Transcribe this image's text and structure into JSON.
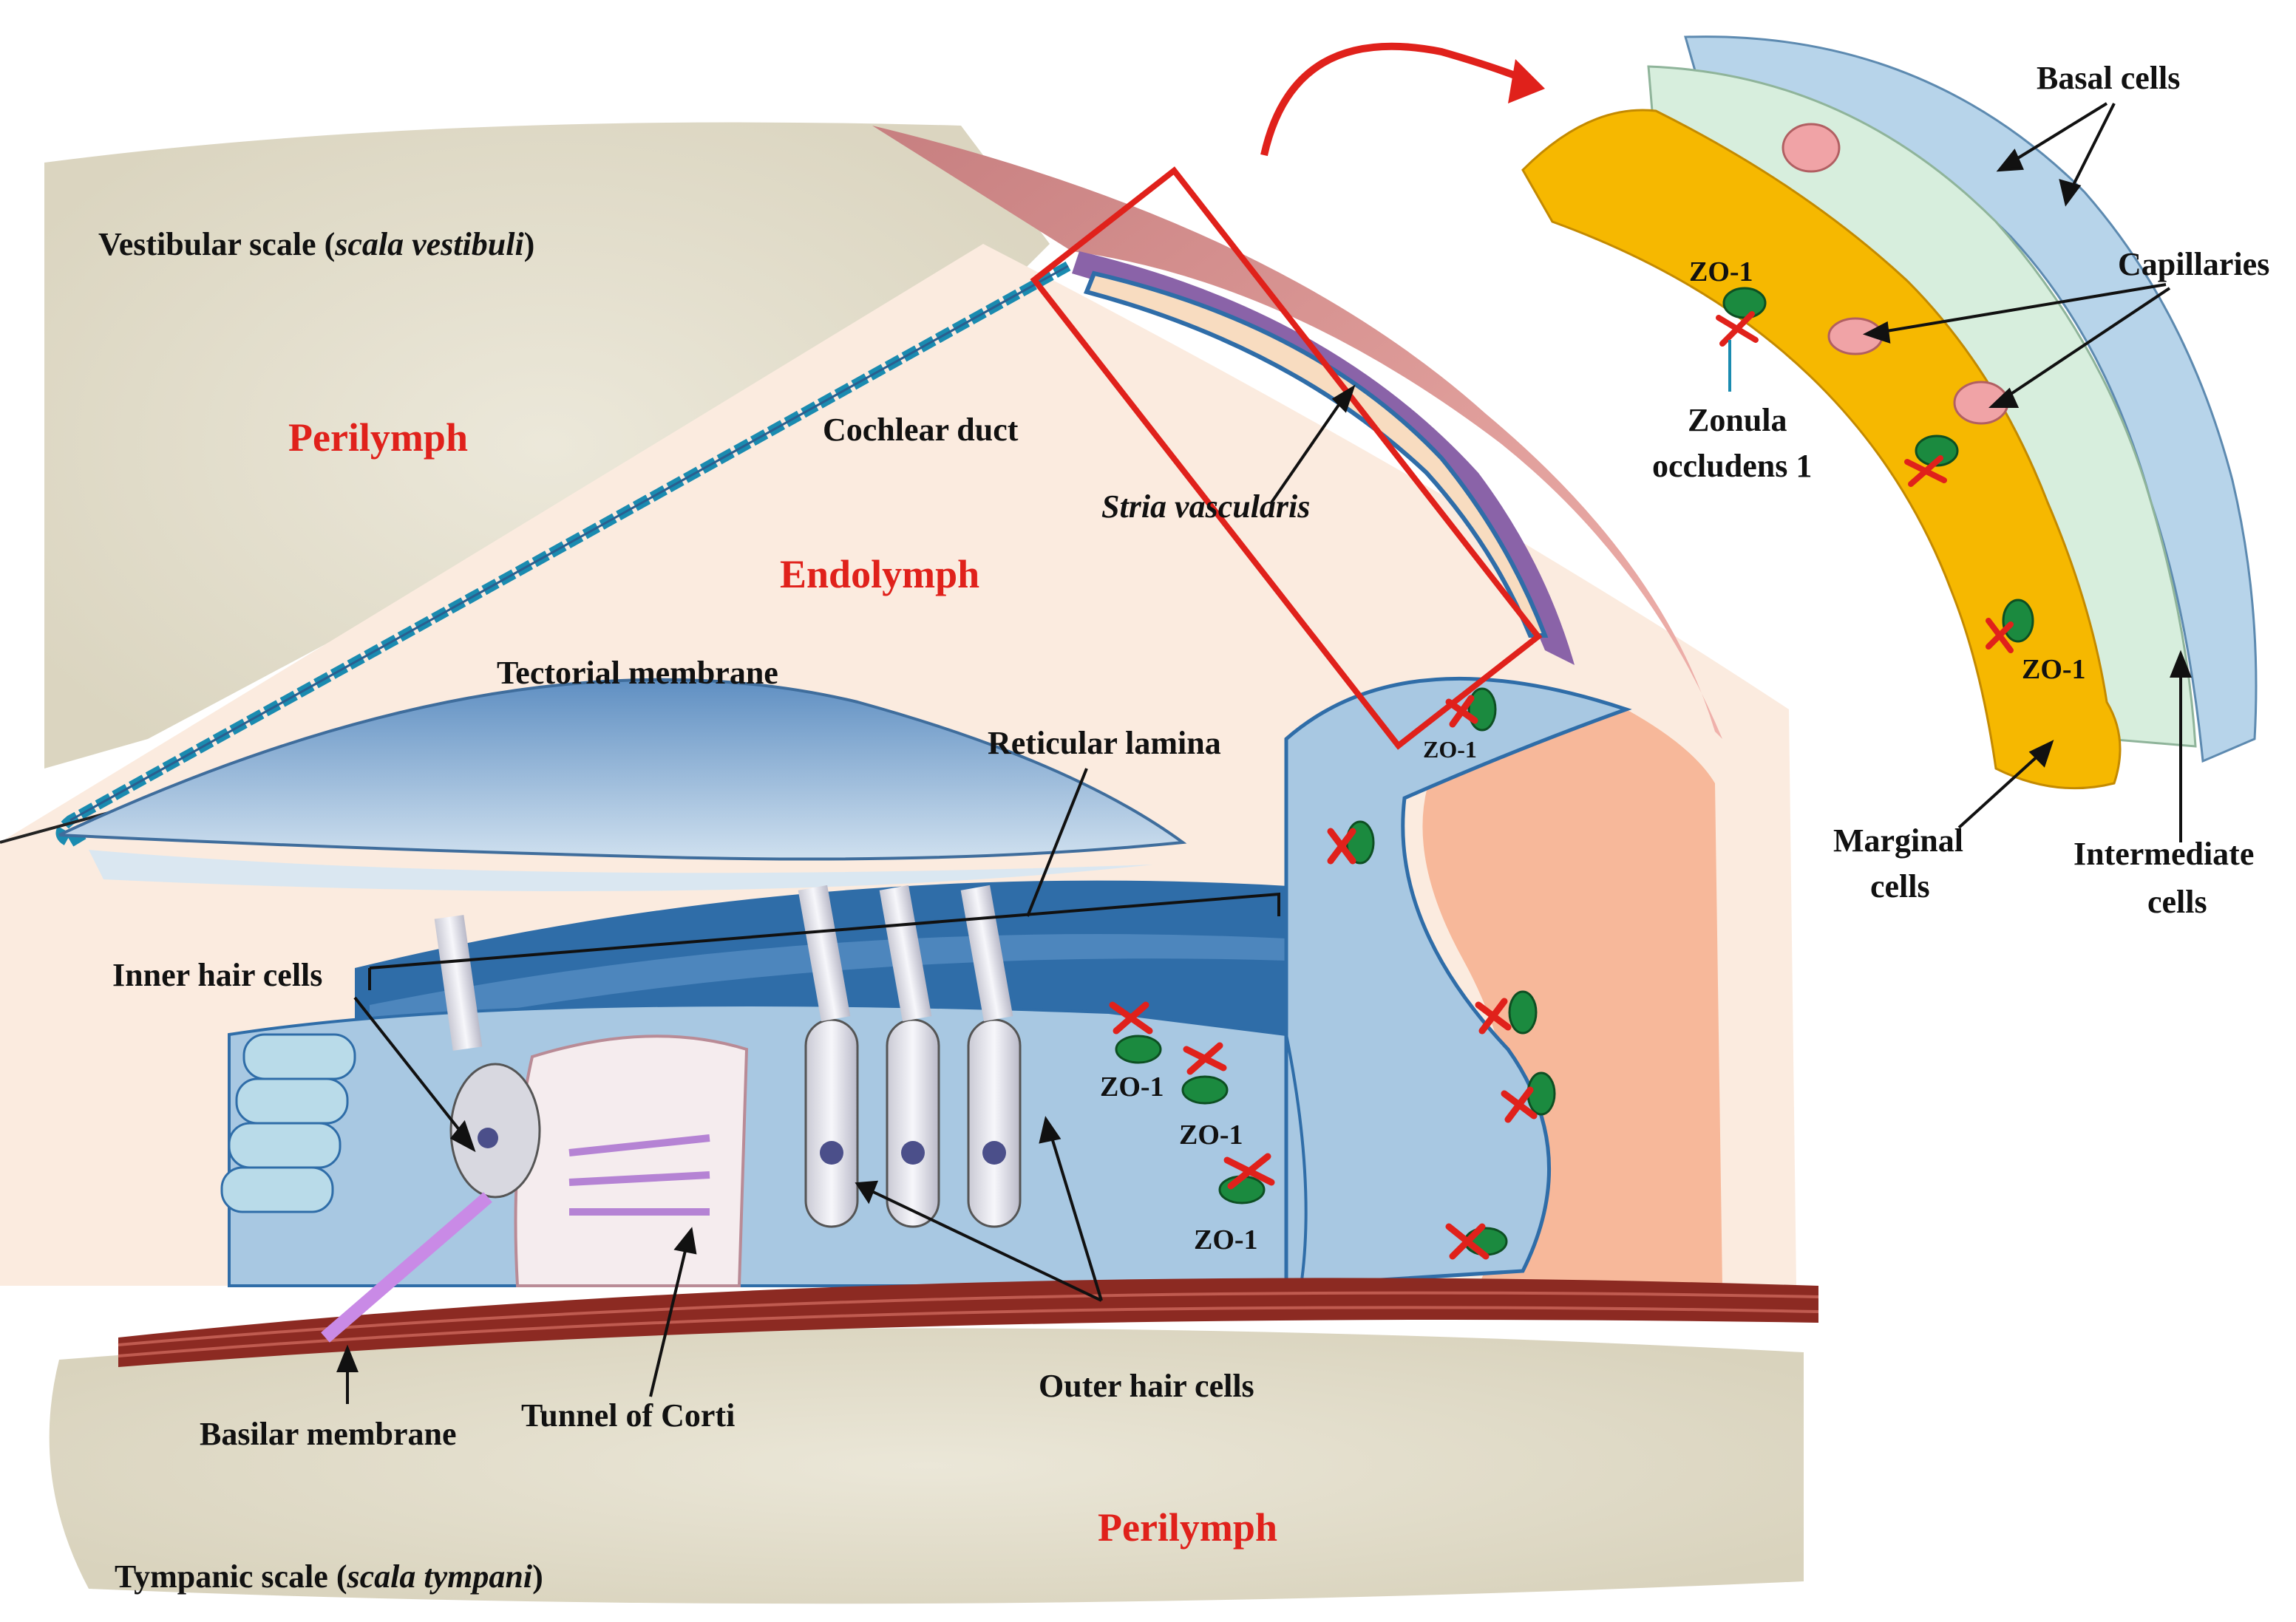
{
  "labels": {
    "vestibular_scale_prefix": "Vestibular  scale (",
    "vestibular_scale_italic": "scala vestibuli",
    "vestibular_scale_suffix": ")",
    "perilymph_top": "Perilymph",
    "cochlear_duct": "Cochlear duct",
    "stria_vascularis": "Stria vascularis",
    "endolymph": "Endolymph",
    "tectorial_membrane": "Tectorial membrane",
    "reticular_lamina": "Reticular lamina",
    "inner_hair_cells": "Inner hair cells",
    "zo1": "ZO-1",
    "basilar_membrane": "Basilar membrane",
    "tunnel_of_corti": "Tunnel of Corti",
    "outer_hair_cells": "Outer hair cells",
    "perilymph_bottom": "Perilymph",
    "tympanic_scale_prefix": "Tympanic  scale (",
    "tympanic_scale_italic": "scala tympani",
    "tympanic_scale_suffix": ")",
    "basal_cells": "Basal cells",
    "capillaries": "Capillaries",
    "zonula_line1": "Zonula",
    "zonula_line2": "occludens  1",
    "marginal_line1": "Marginal",
    "marginal_line2": "cells",
    "intermediate_line1": "Intermediate",
    "intermediate_line2": "cells"
  },
  "colors": {
    "perilymph_bg": "#e5e0cf",
    "endolymph_bg": "#fbebdf",
    "cell_blue": "#a8c8e2",
    "cell_dark_blue": "#2f6da8",
    "stria_pink": "#e8a7a3",
    "stria_purple": "#8a63a8",
    "basilar_red": "#8c2a22",
    "marginal_yellow": "#f6b800",
    "intermediate_green": "#d7eedd",
    "basal_blue": "#b7d4ea",
    "zo_green": "#1b8a3f",
    "highlight_red": "#e0211b",
    "ligament_peach": "#f7b89a"
  }
}
